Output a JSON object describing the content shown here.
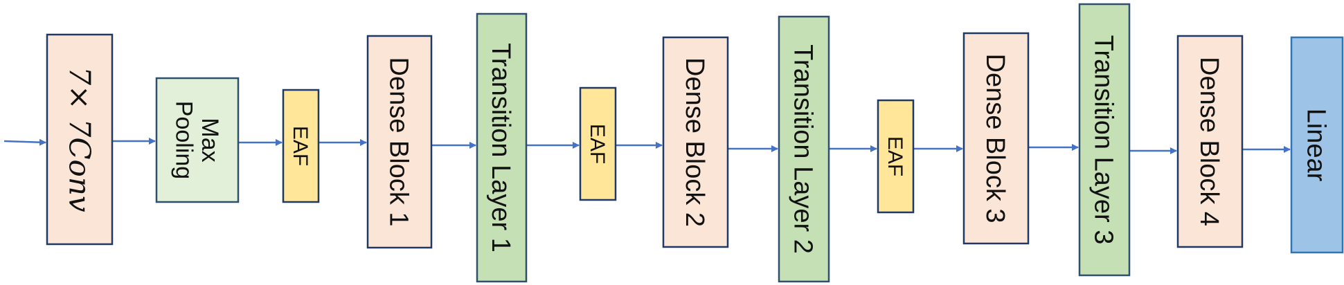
{
  "blocks": [
    {
      "id": "conv",
      "lines": [
        "7× 7Conv"
      ]
    },
    {
      "id": "maxpool",
      "lines": [
        "Max",
        "Pooling"
      ]
    },
    {
      "id": "eaf1",
      "lines": [
        "EAF"
      ]
    },
    {
      "id": "dense1",
      "lines": [
        "Dense Block 1"
      ]
    },
    {
      "id": "trans1",
      "lines": [
        "Transition Layer 1"
      ]
    },
    {
      "id": "eaf2",
      "lines": [
        "EAF"
      ]
    },
    {
      "id": "dense2",
      "lines": [
        "Dense Block 2"
      ]
    },
    {
      "id": "trans2",
      "lines": [
        "Transition Layer 2"
      ]
    },
    {
      "id": "eaf3",
      "lines": [
        "EAF"
      ]
    },
    {
      "id": "dense3",
      "lines": [
        "Dense Block 3"
      ]
    },
    {
      "id": "trans3",
      "lines": [
        "Transition Layer 3"
      ]
    },
    {
      "id": "dense4",
      "lines": [
        "Dense Block 4"
      ]
    },
    {
      "id": "linear",
      "lines": [
        "Linear"
      ]
    }
  ],
  "colors": {
    "conv_fill": "#FBE5D6",
    "conv_stroke": "#1F3864",
    "pool_fill": "#E2F0D9",
    "pool_stroke": "#2F4F6F",
    "eaf_fill": "#FFE699",
    "eaf_stroke": "#203864",
    "dense_fill": "#FBE5D6",
    "dense_stroke": "#1F3864",
    "trans_fill": "#C5E0B4",
    "trans_stroke": "#2F4F6F",
    "linear_fill": "#9DC3E6",
    "linear_stroke": "#2E75B6",
    "arrow": "#4472C4"
  }
}
